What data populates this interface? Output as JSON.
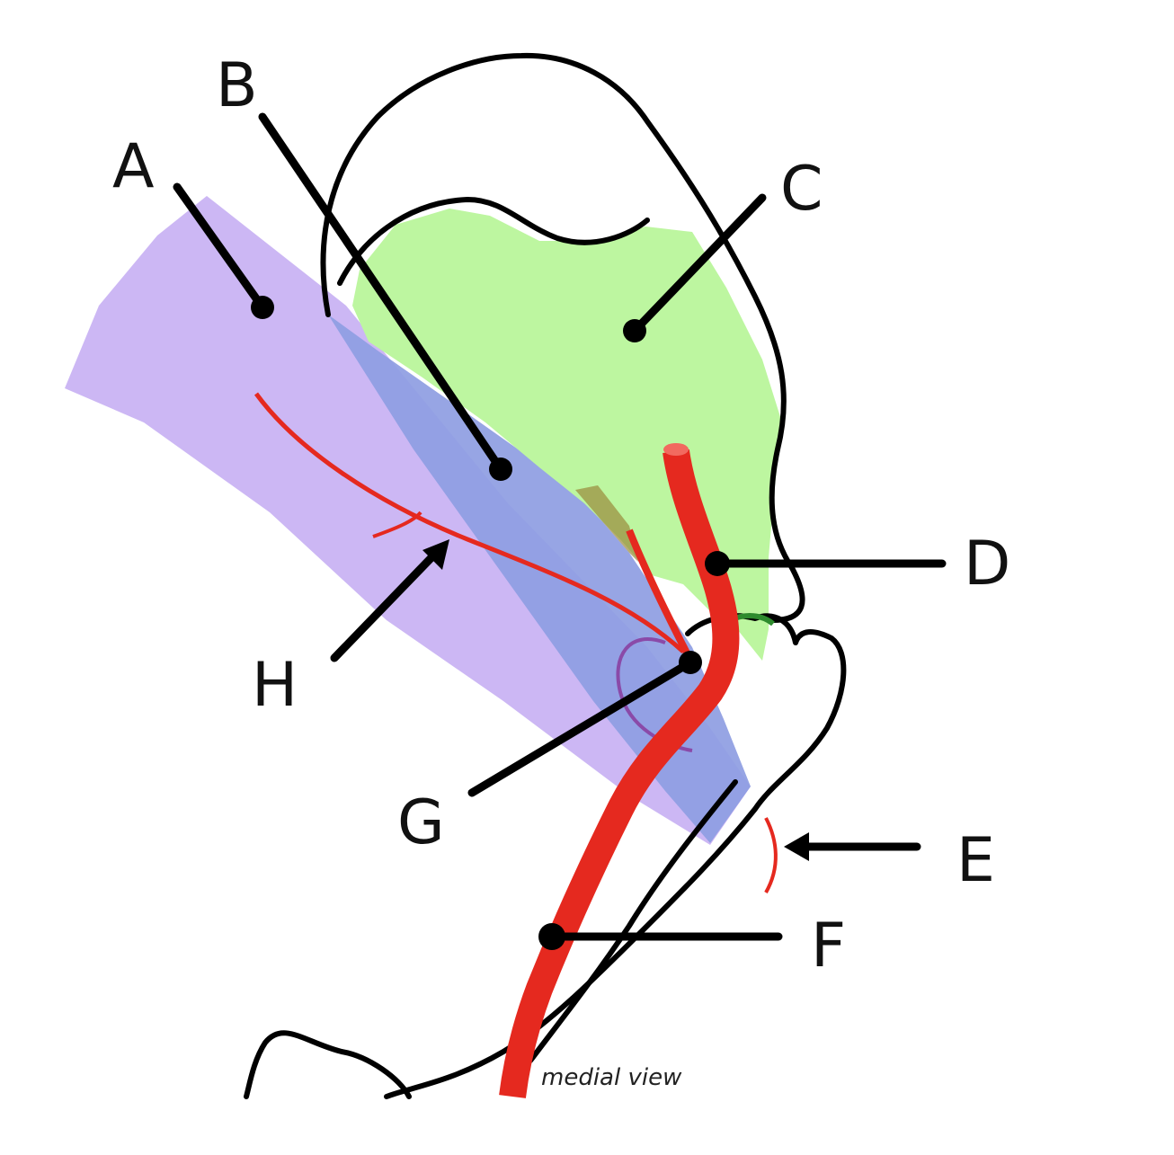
{
  "labels": {
    "a": "A",
    "b": "B",
    "c": "C",
    "d": "D",
    "e": "E",
    "f": "F",
    "g": "G",
    "h": "H"
  },
  "caption": "medial view",
  "colors": {
    "region_a": "#c9b3f3",
    "region_b": "#8e9de2",
    "region_c": "#bdf6a0",
    "artery": "#e5291f",
    "outline": "#000000"
  }
}
